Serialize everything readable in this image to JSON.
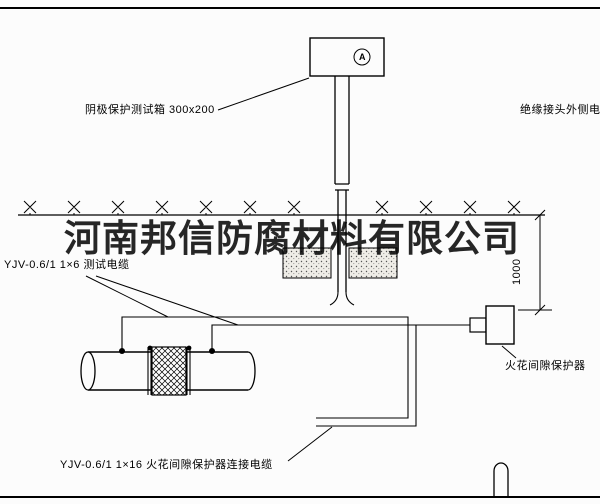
{
  "watermark": "河南邦信防腐材料有限公司",
  "labels": {
    "test_box": "阴极保护测试箱 300x200",
    "right_cable": "绝缘接头外侧电缆",
    "test_cable": "YJV-0.6/1 1×6  测试电缆",
    "dimension": "1000",
    "spark_gap": "火花间隙保护器",
    "bottom_cable": "YJV-0.6/1 1×16  火花间隙保护器连接电缆",
    "ammeter": "A"
  },
  "colors": {
    "line": "#000000",
    "background": "#fcfcfc",
    "watermark": "rgba(0,0,0,0.85)"
  }
}
